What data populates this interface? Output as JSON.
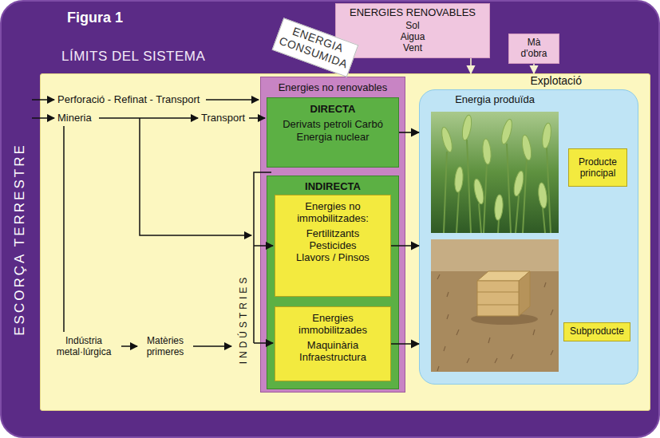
{
  "diagram": {
    "title": "Figura 1",
    "nodes": [
      {
        "text": [
          "LÍMITS DEL SISTEMA"
        ]
      },
      {
        "text": [
          "ENERGIES RENOVABLES",
          "Sol Aigua Vent"
        ]
      },
      {
        "text": [
          "Mà d'obra"
        ]
      },
      {
        "text": [
          "ENERGIA CONSUMIDA"
        ]
      },
      {
        "text": [
          "Energies no renovables"
        ],
        "in": 0
      },
      {
        "text": [
          "DIRECTA",
          "Derivats petroli Carbó Energia nuclear"
        ],
        "in": 4
      },
      {
        "text": [
          "INDIRECTA"
        ],
        "in": 4
      },
      {
        "text": [
          "Energies no immobilitzades:",
          "Fertilitzants Pesticides Llavors / Pinsos"
        ],
        "in": 6
      },
      {
        "text": [
          "Energies immobilitzades",
          "Maquinària Infraestructura"
        ],
        "in": 6
      },
      {
        "text": [
          "Explotació",
          "Energia produïda"
        ],
        "in": 0
      },
      {
        "text": [
          "Producte principal"
        ],
        "in": 9
      },
      {
        "text": [
          "Subproducte"
        ],
        "in": 9
      }
    ],
    "edges": [
      {
        "from": 5,
        "to": 9,
        "arrow": "to"
      },
      {
        "from": 7,
        "to": 9,
        "arrow": "to"
      },
      {
        "from": 8,
        "to": 9,
        "arrow": "to"
      },
      {
        "from": 1,
        "to": 0,
        "arrow": "to"
      },
      {
        "from": 2,
        "to": 0,
        "arrow": "to"
      }
    ],
    "labels": [
      "ESCORÇA TERRESTRE",
      "Perforació - Refinat - Transport",
      "Mineria",
      "Transport",
      "Indústria metal·lúrgica",
      "Matèries primeres",
      "INDÚSTRIES"
    ]
  }
}
